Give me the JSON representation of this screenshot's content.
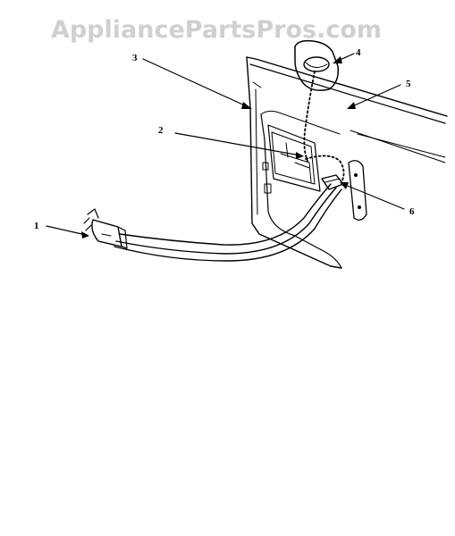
{
  "watermark": "AppliancePartsPros.com",
  "callouts": {
    "power_cord": "1",
    "receptacle": "2",
    "cabinet": "3",
    "grommet": "4",
    "top_panel": "5",
    "strain_relief": "6"
  },
  "colors": {
    "ink": "#000000",
    "watermark": "#d0d0d0",
    "background": "#ffffff"
  }
}
